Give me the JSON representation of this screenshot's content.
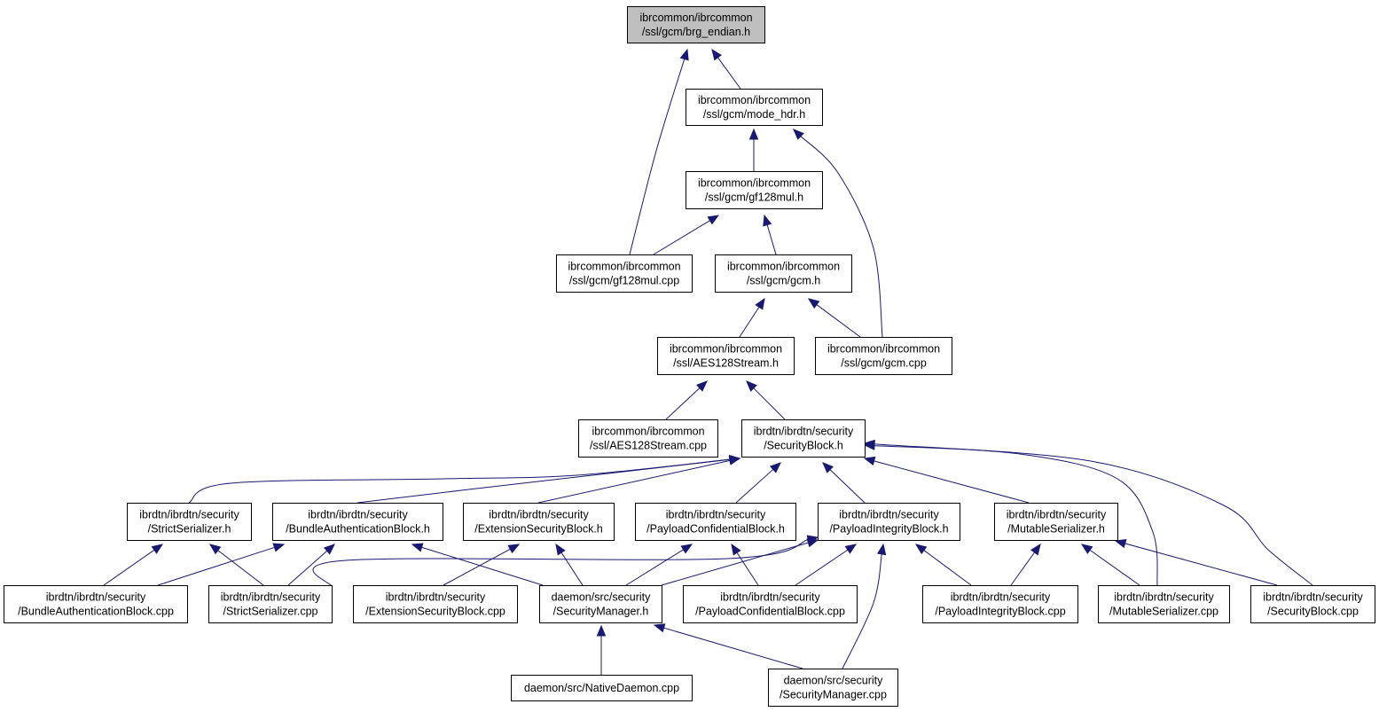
{
  "graph": {
    "edge_color": "#191970",
    "root_fill": "#bfbfbf",
    "node_fill": "#ffffff",
    "nodes": [
      {
        "id": "brg_endian_h",
        "lines": [
          "ibrcommon/ibrcommon",
          "/ssl/gcm/brg_endian.h"
        ],
        "root": true
      },
      {
        "id": "mode_hdr_h",
        "lines": [
          "ibrcommon/ibrcommon",
          "/ssl/gcm/mode_hdr.h"
        ]
      },
      {
        "id": "gf128mul_h",
        "lines": [
          "ibrcommon/ibrcommon",
          "/ssl/gcm/gf128mul.h"
        ]
      },
      {
        "id": "gf128mul_cpp",
        "lines": [
          "ibrcommon/ibrcommon",
          "/ssl/gcm/gf128mul.cpp"
        ]
      },
      {
        "id": "gcm_h",
        "lines": [
          "ibrcommon/ibrcommon",
          "/ssl/gcm/gcm.h"
        ]
      },
      {
        "id": "aes128stream_h",
        "lines": [
          "ibrcommon/ibrcommon",
          "/ssl/AES128Stream.h"
        ]
      },
      {
        "id": "gcm_cpp",
        "lines": [
          "ibrcommon/ibrcommon",
          "/ssl/gcm/gcm.cpp"
        ]
      },
      {
        "id": "aes128stream_cpp",
        "lines": [
          "ibrcommon/ibrcommon",
          "/ssl/AES128Stream.cpp"
        ]
      },
      {
        "id": "securityblock_h",
        "lines": [
          "ibrdtn/ibrdtn/security",
          "/SecurityBlock.h"
        ]
      },
      {
        "id": "strictserializer_h",
        "lines": [
          "ibrdtn/ibrdtn/security",
          "/StrictSerializer.h"
        ]
      },
      {
        "id": "bab_h",
        "lines": [
          "ibrdtn/ibrdtn/security",
          "/BundleAuthenticationBlock.h"
        ]
      },
      {
        "id": "esb_h",
        "lines": [
          "ibrdtn/ibrdtn/security",
          "/ExtensionSecurityBlock.h"
        ]
      },
      {
        "id": "pcb_h",
        "lines": [
          "ibrdtn/ibrdtn/security",
          "/PayloadConfidentialBlock.h"
        ]
      },
      {
        "id": "pib_h",
        "lines": [
          "ibrdtn/ibrdtn/security",
          "/PayloadIntegrityBlock.h"
        ]
      },
      {
        "id": "mutableserializer_h",
        "lines": [
          "ibrdtn/ibrdtn/security",
          "/MutableSerializer.h"
        ]
      },
      {
        "id": "bab_cpp",
        "lines": [
          "ibrdtn/ibrdtn/security",
          "/BundleAuthenticationBlock.cpp"
        ]
      },
      {
        "id": "strictserializer_cpp",
        "lines": [
          "ibrdtn/ibrdtn/security",
          "/StrictSerializer.cpp"
        ]
      },
      {
        "id": "esb_cpp",
        "lines": [
          "ibrdtn/ibrdtn/security",
          "/ExtensionSecurityBlock.cpp"
        ]
      },
      {
        "id": "securitymanager_h",
        "lines": [
          "daemon/src/security",
          "/SecurityManager.h"
        ]
      },
      {
        "id": "pcb_cpp",
        "lines": [
          "ibrdtn/ibrdtn/security",
          "/PayloadConfidentialBlock.cpp"
        ]
      },
      {
        "id": "pib_cpp",
        "lines": [
          "ibrdtn/ibrdtn/security",
          "/PayloadIntegrityBlock.cpp"
        ]
      },
      {
        "id": "mutableserializer_cpp",
        "lines": [
          "ibrdtn/ibrdtn/security",
          "/MutableSerializer.cpp"
        ]
      },
      {
        "id": "securityblock_cpp",
        "lines": [
          "ibrdtn/ibrdtn/security",
          "/SecurityBlock.cpp"
        ]
      },
      {
        "id": "nativedaemon_cpp",
        "lines": [
          "daemon/src/NativeDaemon.cpp"
        ]
      },
      {
        "id": "securitymanager_cpp",
        "lines": [
          "daemon/src/security",
          "/SecurityManager.cpp"
        ]
      }
    ],
    "edges": [
      {
        "from": "mode_hdr_h",
        "to": "brg_endian_h"
      },
      {
        "from": "gf128mul_cpp",
        "to": "brg_endian_h"
      },
      {
        "from": "gf128mul_h",
        "to": "mode_hdr_h"
      },
      {
        "from": "gcm_cpp",
        "to": "mode_hdr_h"
      },
      {
        "from": "gf128mul_cpp",
        "to": "gf128mul_h"
      },
      {
        "from": "gcm_h",
        "to": "gf128mul_h"
      },
      {
        "from": "aes128stream_h",
        "to": "gcm_h"
      },
      {
        "from": "gcm_cpp",
        "to": "gcm_h"
      },
      {
        "from": "aes128stream_cpp",
        "to": "aes128stream_h"
      },
      {
        "from": "securityblock_h",
        "to": "aes128stream_h"
      },
      {
        "from": "strictserializer_h",
        "to": "securityblock_h"
      },
      {
        "from": "bab_h",
        "to": "securityblock_h"
      },
      {
        "from": "esb_h",
        "to": "securityblock_h"
      },
      {
        "from": "pcb_h",
        "to": "securityblock_h"
      },
      {
        "from": "pib_h",
        "to": "securityblock_h"
      },
      {
        "from": "mutableserializer_h",
        "to": "securityblock_h"
      },
      {
        "from": "mutableserializer_cpp",
        "to": "securityblock_h"
      },
      {
        "from": "securityblock_cpp",
        "to": "securityblock_h"
      },
      {
        "from": "bab_cpp",
        "to": "strictserializer_h"
      },
      {
        "from": "strictserializer_cpp",
        "to": "strictserializer_h"
      },
      {
        "from": "bab_cpp",
        "to": "bab_h"
      },
      {
        "from": "strictserializer_cpp",
        "to": "bab_h"
      },
      {
        "from": "securitymanager_h",
        "to": "bab_h"
      },
      {
        "from": "esb_cpp",
        "to": "esb_h"
      },
      {
        "from": "securitymanager_h",
        "to": "esb_h"
      },
      {
        "from": "securitymanager_h",
        "to": "pcb_h"
      },
      {
        "from": "pcb_cpp",
        "to": "pcb_h"
      },
      {
        "from": "strictserializer_cpp",
        "to": "pib_h"
      },
      {
        "from": "securitymanager_h",
        "to": "pib_h"
      },
      {
        "from": "pcb_cpp",
        "to": "pib_h"
      },
      {
        "from": "pib_cpp",
        "to": "pib_h"
      },
      {
        "from": "securitymanager_cpp",
        "to": "pib_h"
      },
      {
        "from": "pib_cpp",
        "to": "mutableserializer_h"
      },
      {
        "from": "mutableserializer_cpp",
        "to": "mutableserializer_h"
      },
      {
        "from": "securityblock_cpp",
        "to": "mutableserializer_h"
      },
      {
        "from": "nativedaemon_cpp",
        "to": "securitymanager_h"
      },
      {
        "from": "securitymanager_cpp",
        "to": "securitymanager_h"
      }
    ]
  }
}
